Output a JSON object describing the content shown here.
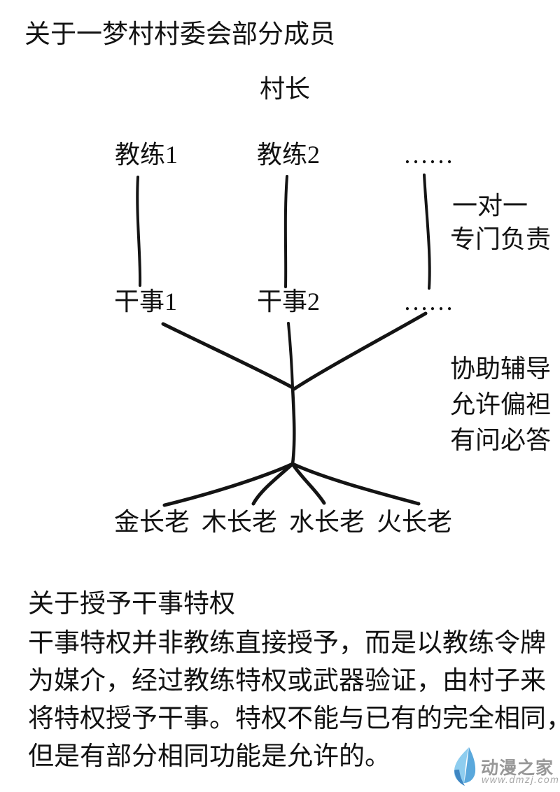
{
  "page": {
    "title": "关于一梦村村委会部分成员",
    "section2_heading": "关于授予干事特权",
    "paragraph_lines": [
      "干事特权并非教练直接授予，而是以教练令牌",
      "为媒介，经过教练特权或武器验证，由村子来",
      "将特权授予干事。特权不能与已有的完全相同，",
      "但是有部分相同功能是允许的。"
    ]
  },
  "org_chart": {
    "type": "tree-diagram",
    "root": "村长",
    "coaches": [
      "教练1",
      "教练2",
      "……"
    ],
    "officers": [
      "干事1",
      "干事2",
      "……"
    ],
    "elders": [
      "金长老",
      "木长老",
      "水长老",
      "火长老"
    ],
    "note_coach_to_officer": [
      "一对一",
      "专门负责"
    ],
    "note_officer_to_elder": [
      "协助辅导",
      "允许偏袒",
      "有问必答"
    ],
    "relations": [
      "教练1—干事1",
      "教练2—干事2",
      "……—……",
      "干事们汇聚—长老们",
      "长老: 金/木/水/火"
    ]
  },
  "watermark": {
    "site_name": "动漫之家",
    "site_url": "www.dmzj.com"
  },
  "colors": {
    "background": "#ffffff",
    "ink": "#141414",
    "watermark_text": "#989898",
    "watermark_url": "#a9a9a9",
    "logo_light_blue": "#8ecdef",
    "logo_mid_blue": "#5aa8dc",
    "logo_deep_blue": "#3f86c2"
  }
}
